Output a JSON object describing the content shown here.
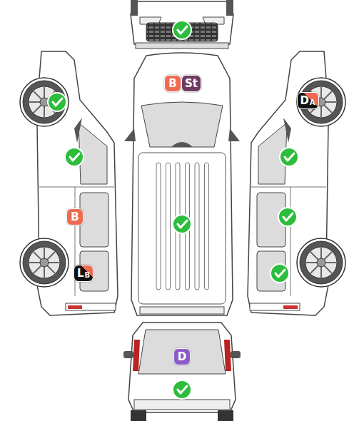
{
  "diagram": {
    "nodes": [
      {
        "text": [
          "B"
        ]
      },
      {
        "text": [
          "St"
        ]
      },
      {
        "text": [
          "D",
          "A"
        ]
      },
      {
        "text": [
          "B"
        ]
      },
      {
        "text": [
          "L",
          "B"
        ]
      },
      {
        "text": [
          "D"
        ]
      }
    ]
  }
}
